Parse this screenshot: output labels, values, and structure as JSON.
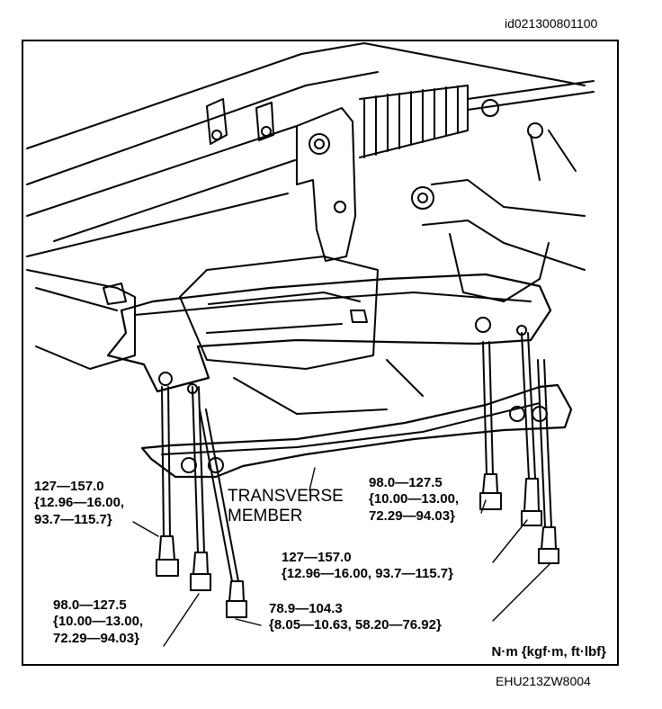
{
  "figure_id": "id021300801100",
  "figure_code": "EHU213ZW8004",
  "units": "N·m {kgf·m, ft·lbf}",
  "part_label": "TRANSVERSE\nMEMBER",
  "torque_specs": {
    "front_left": "127—157.0\n{12.96—16.00,\n93.7—115.7}",
    "front_right": "98.0—127.5\n{10.00—13.00,\n72.29—94.03}",
    "rear_right": "127—157.0\n{12.96—16.00, 93.7—115.7}",
    "rear_left": "98.0—127.5\n{10.00—13.00,\n72.29—94.03}",
    "center": "78.9—104.3\n{8.05—10.63, 58.20—76.92}"
  }
}
